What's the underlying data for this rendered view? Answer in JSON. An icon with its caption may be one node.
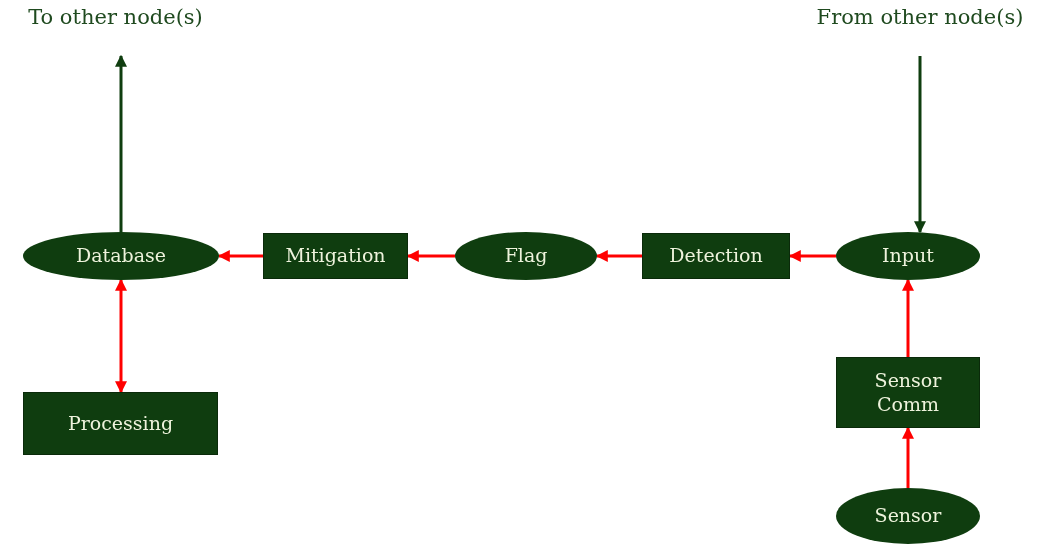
{
  "diagram": {
    "nodes": [
      {
        "text": [
          "To other node(s)"
        ]
      },
      {
        "text": [
          "From other node(s)"
        ]
      },
      {
        "text": [
          "Database"
        ]
      },
      {
        "text": [
          "Mitigation"
        ]
      },
      {
        "text": [
          "Flag"
        ]
      },
      {
        "text": [
          "Detection"
        ]
      },
      {
        "text": [
          "Input"
        ]
      },
      {
        "text": [
          "Processing"
        ]
      },
      {
        "text": [
          "Sensor Comm"
        ]
      },
      {
        "text": [
          "Sensor"
        ]
      }
    ],
    "edges": [
      {
        "from": 2,
        "to": 0,
        "arrow": "to",
        "color": "#0f3d0f"
      },
      {
        "from": 1,
        "to": 6,
        "arrow": "to",
        "color": "#0f3d0f"
      },
      {
        "from": 3,
        "to": 2,
        "arrow": "to"
      },
      {
        "from": 4,
        "to": 3,
        "arrow": "to"
      },
      {
        "from": 5,
        "to": 4,
        "arrow": "to"
      },
      {
        "from": 6,
        "to": 5,
        "arrow": "to"
      },
      {
        "from": 2,
        "to": 7,
        "arrow": "both"
      },
      {
        "from": 8,
        "to": 6,
        "arrow": "to"
      },
      {
        "from": 9,
        "to": 8,
        "arrow": "to"
      }
    ]
  }
}
